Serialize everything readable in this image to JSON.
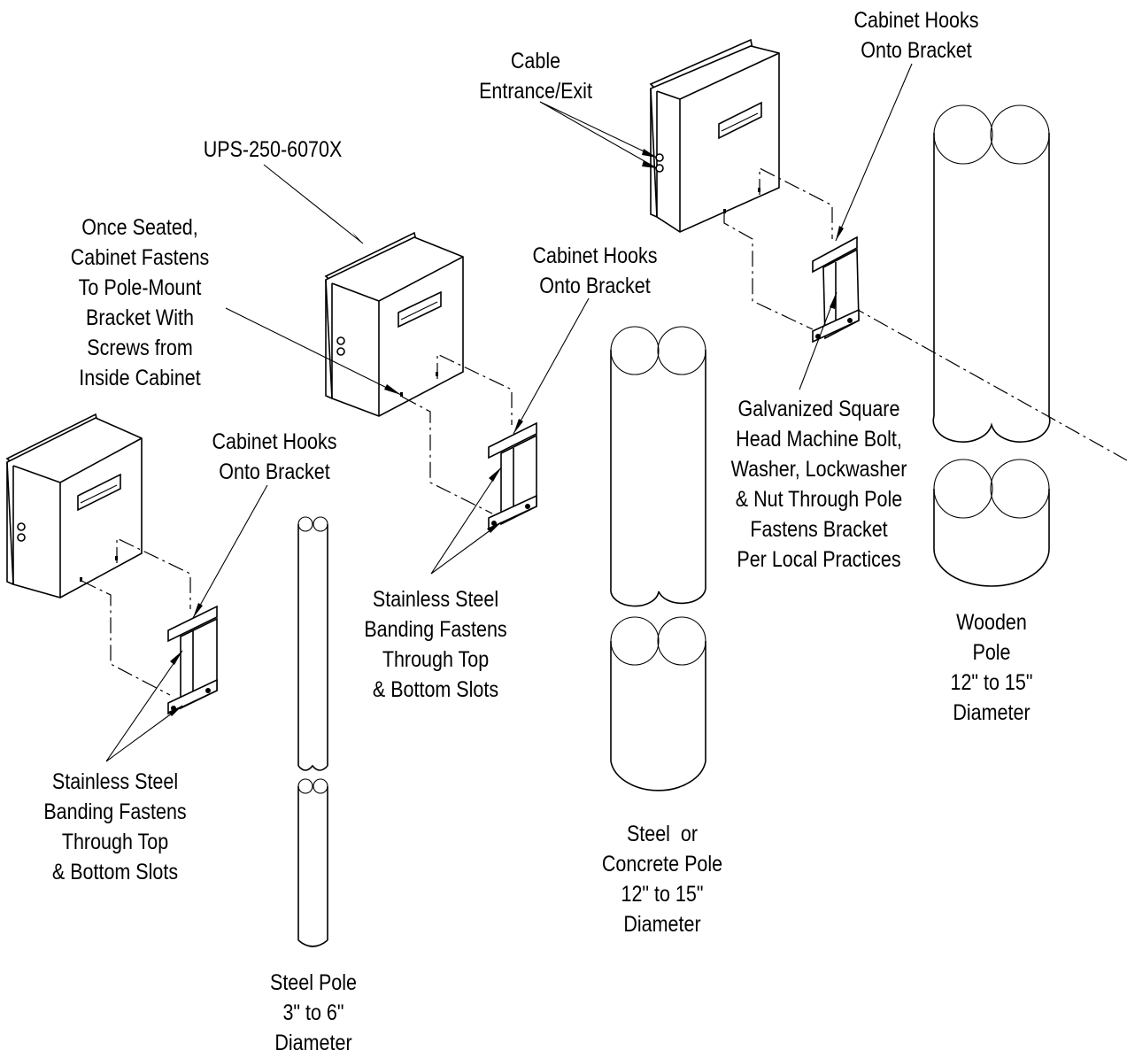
{
  "labels": {
    "model": "UPS-250-6070X",
    "cable": [
      "Cable",
      "Entrance/Exit"
    ],
    "hooks_top": [
      "Cabinet Hooks",
      "Onto Bracket"
    ],
    "hooks_mid": [
      "Cabinet Hooks",
      "Onto Bracket"
    ],
    "hooks_left": [
      "Cabinet Hooks",
      "Onto Bracket"
    ],
    "once_seated": [
      "Once Seated,",
      "Cabinet Fastens",
      "To Pole-Mount",
      "Bracket With",
      "Screws from",
      "Inside Cabinet"
    ],
    "banding_mid": [
      "Stainless Steel",
      "Banding Fastens",
      "Through Top",
      "& Bottom Slots"
    ],
    "banding_left": [
      "Stainless Steel",
      "Banding Fastens",
      "Through Top",
      "& Bottom Slots"
    ],
    "bolt": [
      "Galvanized Square",
      "Head Machine Bolt,",
      "Washer, Lockwasher",
      "& Nut Through Pole",
      "Fastens Bracket",
      "Per Local Practices"
    ],
    "wooden_pole": [
      "Wooden",
      "Pole",
      "12\" to 15\"",
      "Diameter"
    ],
    "steel_concrete_pole": [
      "Steel  or",
      "Concrete Pole",
      "12\" to 15\"",
      "Diameter"
    ],
    "steel_pole": [
      "Steel Pole",
      "3\" to 6\"",
      "Diameter"
    ]
  },
  "colors": {
    "line": "#000000",
    "background": "#ffffff"
  }
}
